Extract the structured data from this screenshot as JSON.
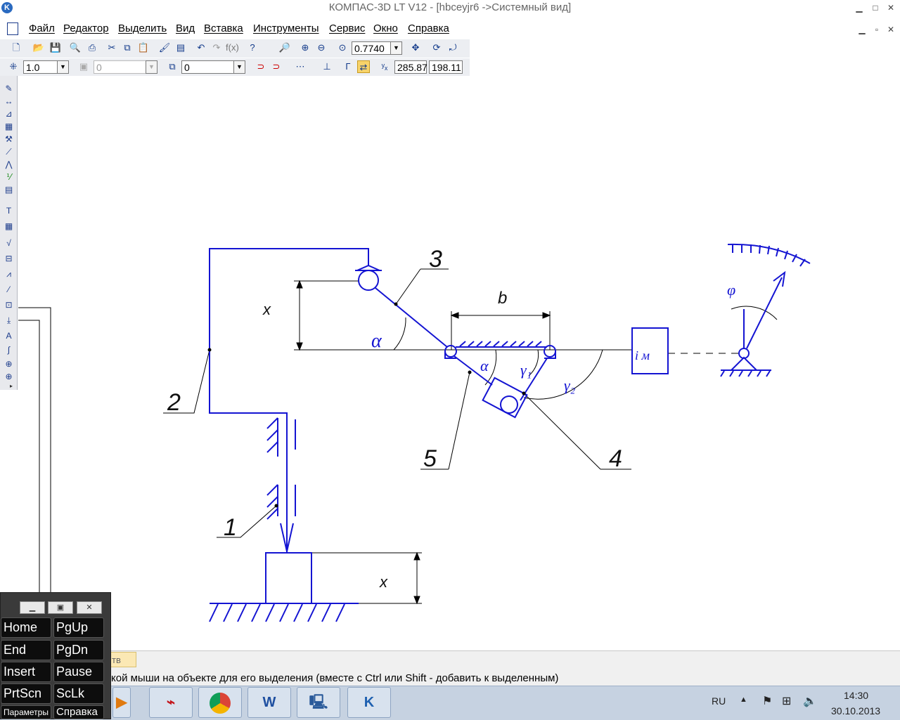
{
  "window": {
    "title": "КОМПАС-3D LT V12 - [hbceyjr6 ->Системный вид]"
  },
  "menu": [
    "Файл",
    "Редактор",
    "Выделить",
    "Вид",
    "Вставка",
    "Инструменты",
    "Сервис",
    "Окно",
    "Справка"
  ],
  "toolbar": {
    "zoom_value": "0.7740",
    "step_value": "1.0",
    "layer_value": "0",
    "style_value": "0",
    "coord_x": "285.87",
    "coord_y": "198.11"
  },
  "drawing": {
    "labels": [
      "1",
      "2",
      "3",
      "4",
      "5"
    ],
    "dim_x": "x",
    "dim_b": "b",
    "angle_alpha": "α",
    "angle_gamma1": "γ₁",
    "angle_gamma2": "γ₂",
    "angle_phi": "φ",
    "im_label": "i м"
  },
  "status": {
    "tab_stub": "тв",
    "hint": "кой мыши на объекте для его выделения (вместе с Ctrl или Shift - добавить к выделенным)"
  },
  "osk": {
    "keys": [
      [
        "Home",
        "PgUp"
      ],
      [
        "End",
        "PgDn"
      ],
      [
        "Insert",
        "Pause"
      ],
      [
        "PrtScn",
        "ScLk"
      ]
    ],
    "bottom": [
      "Параметры",
      "Справка"
    ]
  },
  "tray": {
    "lang": "RU",
    "time": "14:30",
    "date": "30.10.2013"
  },
  "colors": {
    "drawing": "#1414d2",
    "accent": "#123a8a"
  }
}
